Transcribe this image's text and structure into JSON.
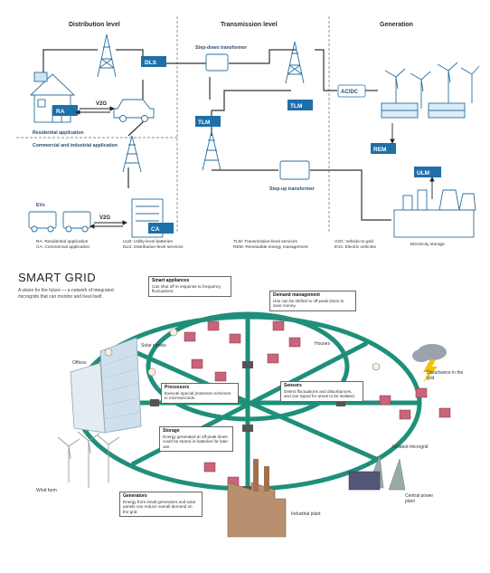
{
  "top": {
    "levels": [
      "Distribution level",
      "Transmission level",
      "Generation"
    ],
    "nodes": {
      "dls": "DLS",
      "ra": "RA",
      "v2g_top": "V2G",
      "residential": "Residential application",
      "commercial": "Commercial and industrial application",
      "evs": "EVs",
      "v2g_bottom": "V2G",
      "ca": "CA",
      "step_down": "Step-down transformer",
      "tlm1": "TLM",
      "tlm2": "TLM",
      "step_up": "Step-up transformer",
      "acdc": "AC/DC",
      "rem": "REM",
      "ulm": "ULM"
    },
    "legend": [
      [
        "RA: Residential application",
        "CA: Commercial application"
      ],
      [
        "ULB: Utility-level batteries",
        "DLS: Distribution-level services"
      ],
      [
        "TLM: Transmission-level services",
        "REM: Renewable energy management"
      ],
      [
        "V2G: Vehicle-to-grid",
        "EVs: Electric vehicles"
      ],
      [
        "Electricity storage"
      ]
    ]
  },
  "bottom": {
    "title": "SMART GRID",
    "subtitle": "A vision for the future — a network of integrated microgrids that can monitor and heal itself.",
    "callouts": {
      "appliances": {
        "head": "Smart appliances",
        "body": "Can shut off in response to frequency fluctuations."
      },
      "demand": {
        "head": "Demand management",
        "body": "Use can be shifted to off-peak times to save money."
      },
      "processors": {
        "head": "Processors",
        "body": "Execute special protection schemes in microseconds."
      },
      "sensors": {
        "head": "Sensors",
        "body": "Detect fluctuations and disturbances, and can signal for areas to be isolated."
      },
      "storage": {
        "head": "Storage",
        "body": "Energy generated at off-peak times could be stored in batteries for later use."
      },
      "generators": {
        "head": "Generators",
        "body": "Energy from small generators and solar panels can reduce overall demand on the grid."
      }
    },
    "labels": {
      "solar": "Solar panels",
      "offices": "Offices",
      "houses": "Houses",
      "disturbance": "Disturbance in the grid",
      "microgrid": "Isolated microgrid",
      "wind": "Wind farm",
      "industrial": "Industrial plant",
      "central": "Central power plant"
    }
  },
  "colors": {
    "accent": "#2a8bc9",
    "grid": "#1f8f7a",
    "house": "#c9647a",
    "line": "#333333"
  }
}
